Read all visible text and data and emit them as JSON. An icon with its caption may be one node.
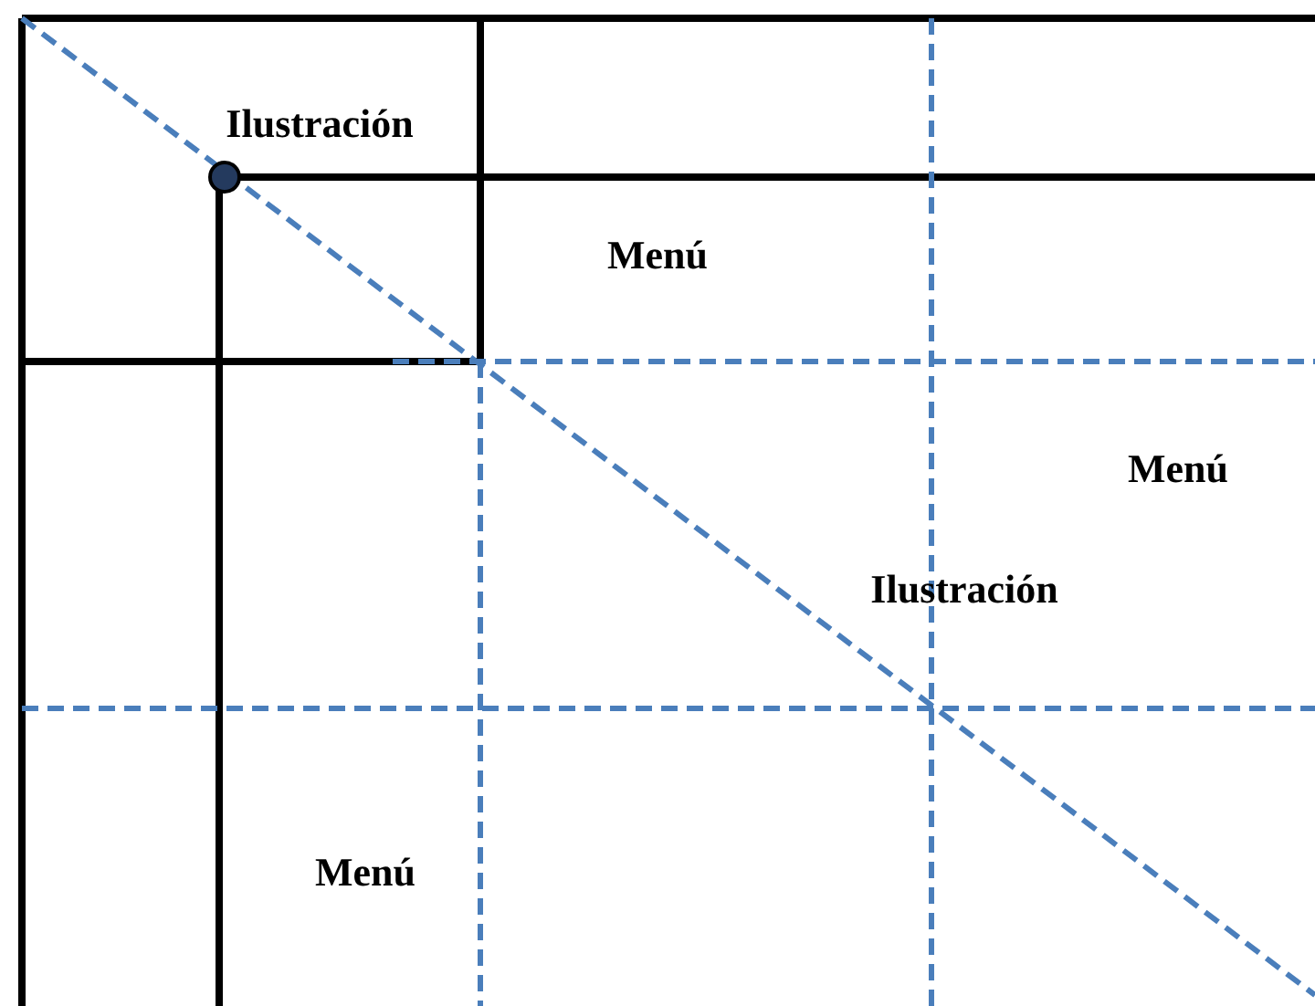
{
  "diagram": {
    "labels": [
      "Ilustración",
      "Menú",
      "Menú",
      "Ilustración",
      "Menú"
    ]
  }
}
